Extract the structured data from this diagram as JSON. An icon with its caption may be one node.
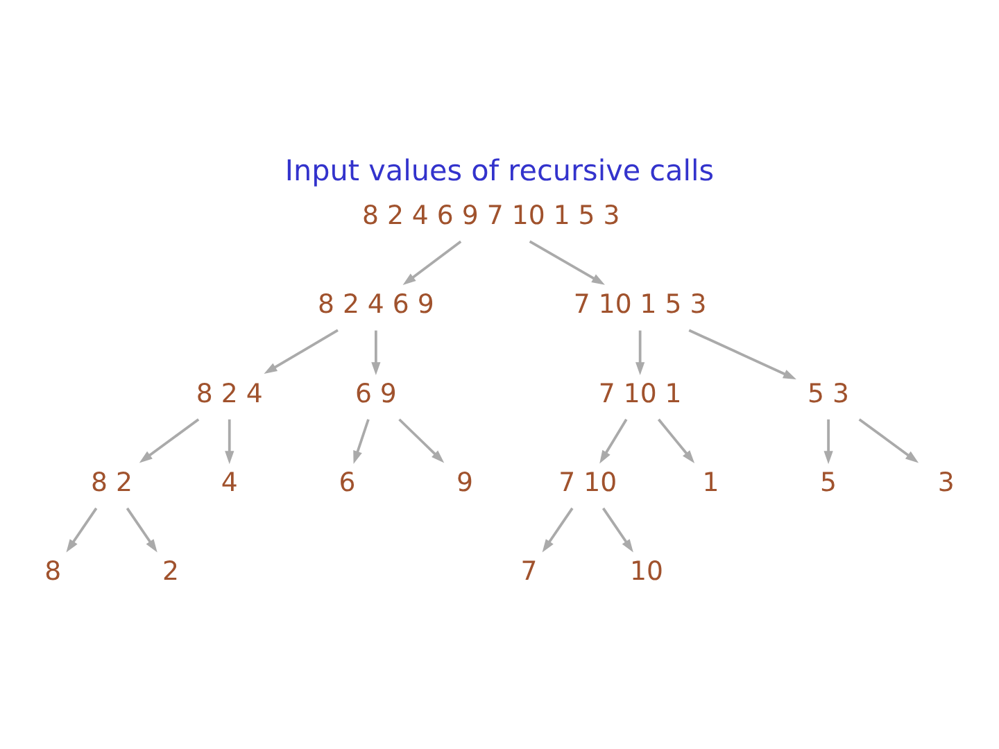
{
  "diagram": {
    "title": "Input values of recursive calls",
    "nodes": [
      {
        "text": [
          "8 2 4 6 9 7 10 1 5 3"
        ]
      },
      {
        "text": [
          "8 2 4 6 9"
        ]
      },
      {
        "text": [
          "7 10 1 5 3"
        ]
      },
      {
        "text": [
          "8 2 4"
        ]
      },
      {
        "text": [
          "6 9"
        ]
      },
      {
        "text": [
          "7 10 1"
        ]
      },
      {
        "text": [
          "5 3"
        ]
      },
      {
        "text": [
          "8 2"
        ]
      },
      {
        "text": [
          "4"
        ]
      },
      {
        "text": [
          "6"
        ]
      },
      {
        "text": [
          "9"
        ]
      },
      {
        "text": [
          "7 10"
        ]
      },
      {
        "text": [
          "1"
        ]
      },
      {
        "text": [
          "5"
        ]
      },
      {
        "text": [
          "3"
        ]
      },
      {
        "text": [
          "8"
        ]
      },
      {
        "text": [
          "2"
        ]
      },
      {
        "text": [
          "7"
        ]
      },
      {
        "text": [
          "10"
        ]
      }
    ],
    "edges": [
      {
        "from": 0,
        "to": 1,
        "arrow": "to"
      },
      {
        "from": 0,
        "to": 2,
        "arrow": "to"
      },
      {
        "from": 1,
        "to": 3,
        "arrow": "to"
      },
      {
        "from": 1,
        "to": 4,
        "arrow": "to"
      },
      {
        "from": 2,
        "to": 5,
        "arrow": "to"
      },
      {
        "from": 2,
        "to": 6,
        "arrow": "to"
      },
      {
        "from": 3,
        "to": 7,
        "arrow": "to"
      },
      {
        "from": 3,
        "to": 8,
        "arrow": "to"
      },
      {
        "from": 4,
        "to": 9,
        "arrow": "to"
      },
      {
        "from": 4,
        "to": 10,
        "arrow": "to"
      },
      {
        "from": 5,
        "to": 11,
        "arrow": "to"
      },
      {
        "from": 5,
        "to": 12,
        "arrow": "to"
      },
      {
        "from": 6,
        "to": 13,
        "arrow": "to"
      },
      {
        "from": 6,
        "to": 14,
        "arrow": "to"
      },
      {
        "from": 7,
        "to": 15,
        "arrow": "to"
      },
      {
        "from": 7,
        "to": 16,
        "arrow": "to"
      },
      {
        "from": 11,
        "to": 17,
        "arrow": "to"
      },
      {
        "from": 11,
        "to": 18,
        "arrow": "to"
      }
    ]
  }
}
